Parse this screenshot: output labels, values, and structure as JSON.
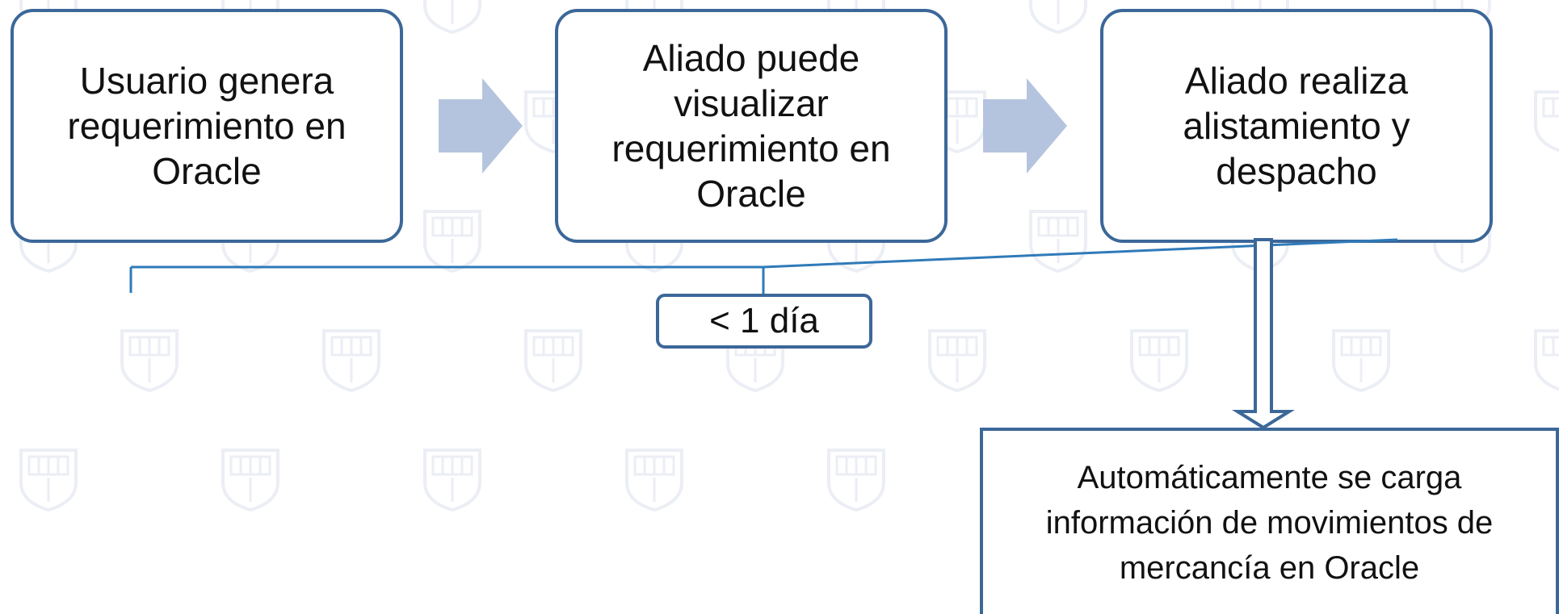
{
  "steps": [
    {
      "text": "Usuario genera requerimiento en Oracle"
    },
    {
      "text": "Aliado puede visualizar requerimiento en Oracle"
    },
    {
      "text": "Aliado realiza alistamiento y despacho"
    }
  ],
  "duration": {
    "text": "< 1 día"
  },
  "result": {
    "text": "Automáticamente se carga información de movimientos de mercancía en Oracle"
  },
  "colors": {
    "box_border": "#3c6799",
    "arrow_fill": "#b5c4de",
    "bracket_line": "#2f7ab9",
    "watermark": "#a9b7cf"
  }
}
